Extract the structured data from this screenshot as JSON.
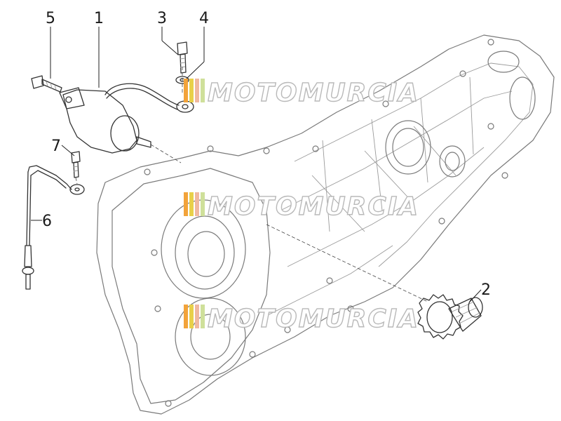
{
  "diagram": {
    "callouts": [
      {
        "id": "c1",
        "label": "1"
      },
      {
        "id": "c2",
        "label": "2"
      },
      {
        "id": "c3",
        "label": "3"
      },
      {
        "id": "c4",
        "label": "4"
      },
      {
        "id": "c5",
        "label": "5"
      },
      {
        "id": "c6",
        "label": "6"
      },
      {
        "id": "c7",
        "label": "7"
      }
    ]
  },
  "watermark": {
    "text": "MOTOMURCIA",
    "stripe_colors": [
      "#f2a33a",
      "#e8d04a",
      "#f0b8a0",
      "#cfe09a"
    ]
  }
}
